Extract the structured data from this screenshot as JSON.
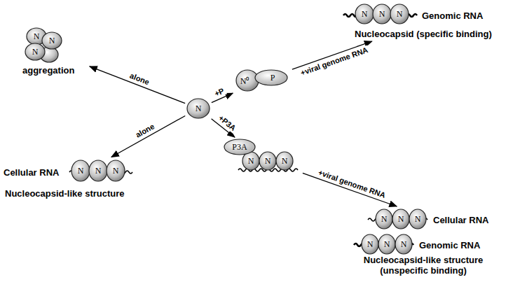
{
  "diagram": {
    "nodes": [
      {
        "text": [
          "N"
        ]
      },
      {
        "text": [
          "N",
          "N",
          "N",
          "aggregation"
        ]
      },
      {
        "text": [
          "N⁰",
          "P"
        ]
      },
      {
        "text": [
          "N",
          "N",
          "N",
          "Genomic RNA",
          "Nucleocapsid (specific binding)"
        ]
      },
      {
        "text": [
          "P3A",
          "N",
          "N",
          "N"
        ]
      },
      {
        "text": [
          "Cellular RNA",
          "N",
          "N",
          "N",
          "Nucleocapsid-like structure"
        ]
      },
      {
        "text": [
          "N",
          "N",
          "N",
          "Cellular RNA"
        ]
      },
      {
        "text": [
          "N",
          "N",
          "N",
          "Genomic RNA",
          "Nucleocapsid-like structure (unspecific binding)"
        ]
      }
    ],
    "edges": [
      {
        "from": 0,
        "to": 1,
        "arrow": "to",
        "label": "alone"
      },
      {
        "from": 0,
        "to": 2,
        "arrow": "to",
        "label": "+P"
      },
      {
        "from": 0,
        "to": 4,
        "arrow": "to",
        "label": "+P3A"
      },
      {
        "from": 0,
        "to": 5,
        "arrow": "to",
        "label": "alone"
      },
      {
        "from": 2,
        "to": 3,
        "arrow": "to",
        "label": "+viral genome RNA"
      },
      {
        "from": 4,
        "to": 6,
        "arrow": "to",
        "label": "+viral genome RNA"
      }
    ]
  }
}
